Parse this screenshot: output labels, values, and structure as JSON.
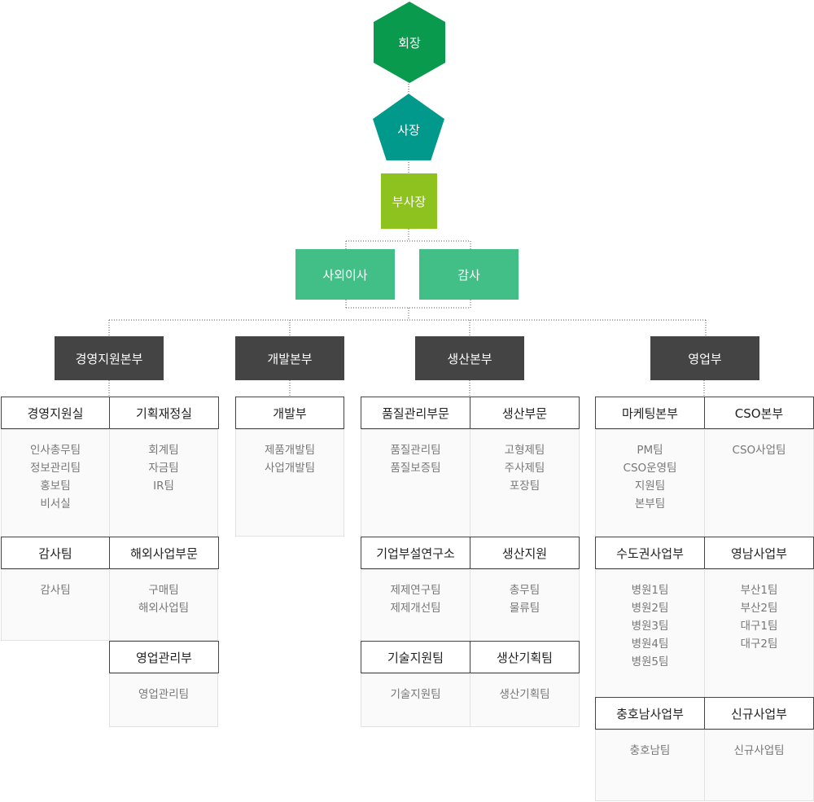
{
  "top": {
    "chairman": "회장",
    "president": "사장",
    "vice_president": "부사장",
    "outside_director": "사외이사",
    "audit": "감사"
  },
  "divisions": {
    "management": "경영지원본부",
    "development": "개발본부",
    "production": "생산본부",
    "sales": "영업부"
  },
  "units": {
    "mgmt_support": {
      "title": "경영지원실",
      "teams": [
        "인사총무팀",
        "정보관리팀",
        "홍보팀",
        "비서실"
      ]
    },
    "planning_finance": {
      "title": "기획재정실",
      "teams": [
        "회계팀",
        "자금팀",
        "IR팀"
      ]
    },
    "audit_team": {
      "title": "감사팀",
      "teams": [
        "감사팀"
      ]
    },
    "overseas": {
      "title": "해외사업부문",
      "teams": [
        "구매팀",
        "해외사업팀"
      ]
    },
    "sales_admin": {
      "title": "영업관리부",
      "teams": [
        "영업관리팀"
      ]
    },
    "dev": {
      "title": "개발부",
      "teams": [
        "제품개발팀",
        "사업개발팀"
      ]
    },
    "quality": {
      "title": "품질관리부문",
      "teams": [
        "품질관리팀",
        "품질보증팀"
      ]
    },
    "production_sector": {
      "title": "생산부문",
      "teams": [
        "고형제팀",
        "주사제팀",
        "포장팀"
      ]
    },
    "rnd": {
      "title": "기업부설연구소",
      "teams": [
        "제제연구팀",
        "제제개선팀"
      ]
    },
    "prod_support": {
      "title": "생산지원",
      "teams": [
        "총무팀",
        "물류팀"
      ]
    },
    "tech_support": {
      "title": "기술지원팀",
      "teams": [
        "기술지원팀"
      ]
    },
    "prod_planning": {
      "title": "생산기획팀",
      "teams": [
        "생산기획팀"
      ]
    },
    "marketing": {
      "title": "마케팅본부",
      "teams": [
        "PM팀",
        "CSO운영팀",
        "지원팀",
        "본부팀"
      ]
    },
    "cso": {
      "title": "CSO본부",
      "teams": [
        "CSO사업팀"
      ]
    },
    "capital_area": {
      "title": "수도권사업부",
      "teams": [
        "병원1팀",
        "병원2팀",
        "병원3팀",
        "병원4팀",
        "병원5팀"
      ]
    },
    "yeongnam": {
      "title": "영남사업부",
      "teams": [
        "부산1팀",
        "부산2팀",
        "대구1팀",
        "대구2팀"
      ]
    },
    "chungcheong_honam": {
      "title": "충호남사업부",
      "teams": [
        "충호남팀"
      ]
    },
    "new_business": {
      "title": "신규사업부",
      "teams": [
        "신규사업팀"
      ]
    }
  },
  "colors": {
    "chairman": "#0a9a4e",
    "president": "#00998c",
    "vice_president": "#8dc21f",
    "board": "#42bf87",
    "division": "#444444",
    "cell_bg": "#fafafa",
    "cell_border": "#e2e2e2"
  }
}
